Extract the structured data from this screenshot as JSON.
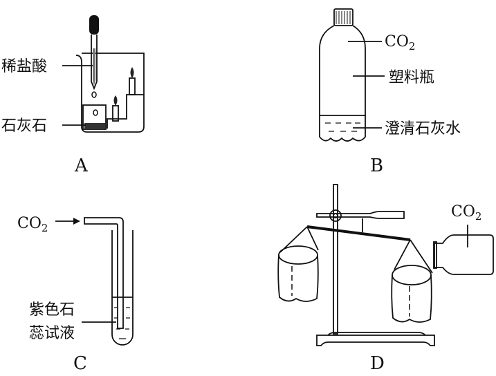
{
  "panels": {
    "A": {
      "letter": "A",
      "label_acid": "稀盐酸",
      "label_stone": "石灰石"
    },
    "B": {
      "letter": "B",
      "label_gas": "CO",
      "label_gas_sub": "2",
      "label_bottle": "塑料瓶",
      "label_water": "澄清石灰水"
    },
    "C": {
      "letter": "C",
      "label_gas": "CO",
      "label_gas_sub": "2",
      "label_line1": "紫色石",
      "label_line2": "蕊试液"
    },
    "D": {
      "letter": "D",
      "label_gas": "CO",
      "label_gas_sub": "2"
    }
  }
}
